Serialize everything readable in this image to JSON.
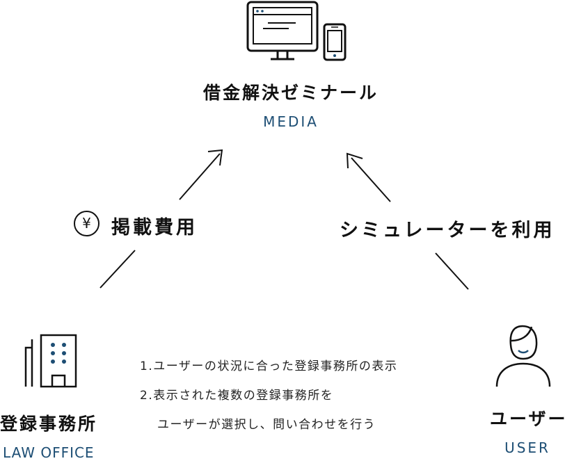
{
  "colors": {
    "ink": "#111111",
    "accent": "#1d4e74"
  },
  "media": {
    "title": "借金解決ゼミナール",
    "subtitle": "MEDIA",
    "icon": "monitor-and-phone-icon"
  },
  "law_office": {
    "title": "登録事務所",
    "subtitle": "LAW OFFICE",
    "icon": "office-building-icon"
  },
  "user": {
    "title": "ユーザー",
    "subtitle": "USER",
    "icon": "person-icon"
  },
  "edges": {
    "left": {
      "symbol": "¥",
      "label": "掲載費用"
    },
    "right": {
      "label": "シミュレーターを利用"
    }
  },
  "notes": [
    {
      "text": "1.ユーザーの状況に合った登録事務所の表示"
    },
    {
      "text": "2.表示された複数の登録事務所を"
    },
    {
      "text": "ユーザーが選択し、問い合わせを行う"
    }
  ]
}
